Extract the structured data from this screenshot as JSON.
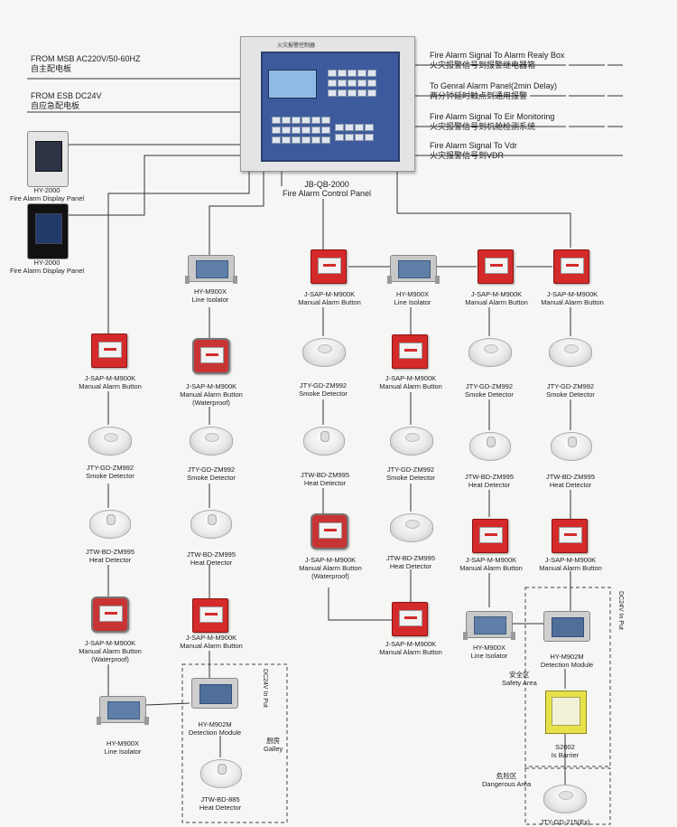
{
  "control_panel": {
    "model": "JB-QB-2000",
    "name": "Fire Alarm Control Panel",
    "face_title": "火灾报警控制器"
  },
  "inputs": [
    {
      "en": "FROM MSB AC220V/50-60HZ",
      "zh": "自主配电板"
    },
    {
      "en": "FROM ESB DC24V",
      "zh": "自应急配电板"
    }
  ],
  "outputs": [
    {
      "en": "Fire Alarm Signal To Alarm Realy Box",
      "zh": "火灾报警信号到报警继电器箱"
    },
    {
      "en": "To Genral Alarm Panel(2min Delay)",
      "zh": "两分钟延时触点到通用报警"
    },
    {
      "en": "Fire Alarm Signal To Eir Monitoring",
      "zh": "火灾报警信号到机舱检测系统"
    },
    {
      "en": "Fire Alarm Signal To Vdr",
      "zh": "火灾报警信号到VDR"
    }
  ],
  "display_panels": [
    {
      "model": "HY-2000",
      "name": "Fire Alarm Display Panel"
    },
    {
      "model": "HY-2000",
      "name": "Fire Alarm Display Panel"
    }
  ],
  "labels": {
    "manual": {
      "model": "J-SAP-M-M900K",
      "name": "Manual Alarm Button"
    },
    "manual_wp": {
      "model": "J-SAP-M-M900K",
      "name": "Manual Alarm Button",
      "note": "(Waterproof)"
    },
    "smoke": {
      "model": "JTY-GD-ZM992",
      "name": "Smoke Detector"
    },
    "heat": {
      "model": "JTW-BD-ZM995",
      "name": "Heat Detector"
    },
    "isolator": {
      "model": "HY-M900X",
      "name": "Line Isolator"
    },
    "module": {
      "model": "HY-M902M",
      "name": "Detection Module"
    },
    "heat885": {
      "model": "JTW-BD-885",
      "name": "Heat Detector"
    },
    "barrier": {
      "model": "S2002",
      "name": "Is Barrier"
    },
    "exdet": {
      "model": "JTY-GD-215(Ex)"
    }
  },
  "zones": {
    "dc24v": "DC24V In Put",
    "galley_zh": "厨房",
    "galley_en": "Galley",
    "safety_zh": "安全区",
    "safety_en": "Safety Area",
    "danger_zh": "危险区",
    "danger_en": "Dangerous Area"
  }
}
